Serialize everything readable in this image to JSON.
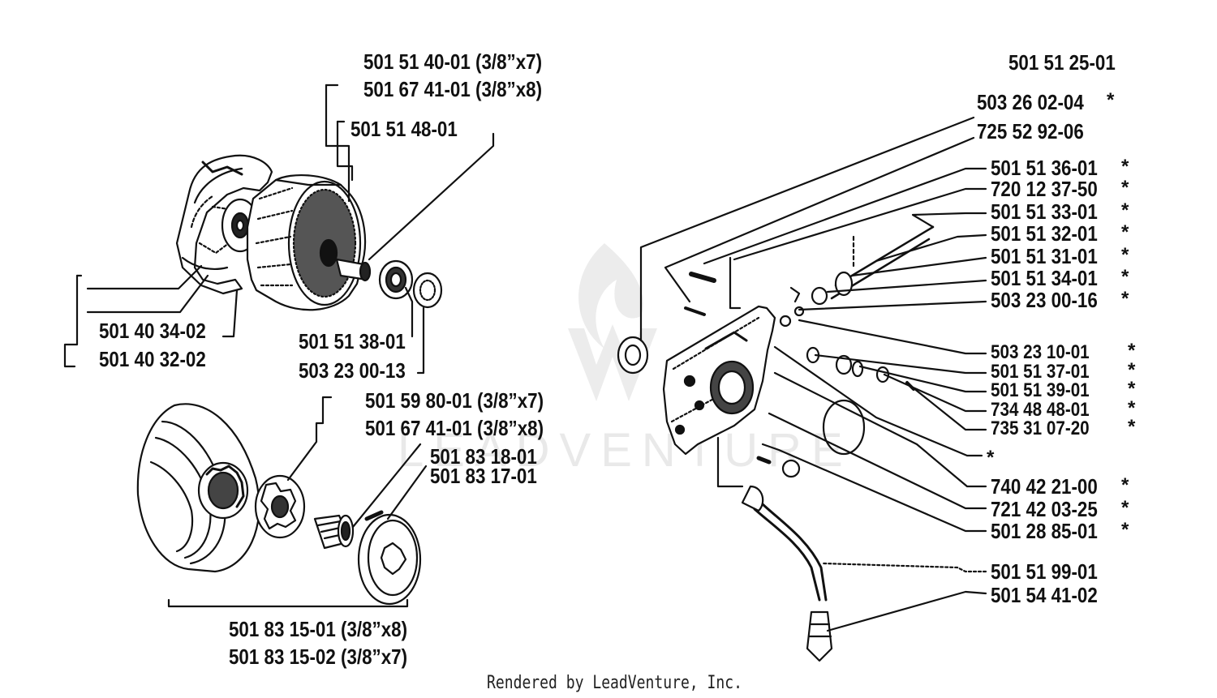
{
  "diagram": {
    "watermark": "LEADVENTURE",
    "footer": "Rendered by LeadVenture, Inc.",
    "clutch_labels": {
      "drum_7": "501 51 40-01 (3/8”x7)",
      "drum_8": "501 67 41-01 (3/8”x8)",
      "shoe": "501 51 48-01",
      "cover_a": "501 40 34-02",
      "cover_b": "501 40 32-02",
      "bearing": "501 51 38-01",
      "washer": "503 23 00-13"
    },
    "sprocket_labels": {
      "spur_7": "501 59 80-01 (3/8”x7)",
      "spur_8": "501 67 41-01 (3/8”x8)",
      "needle_a": "501 83 18-01",
      "needle_b": "501 83 17-01",
      "kit_8": "501 83 15-01 (3/8”x8)",
      "kit_7": "501 83 15-02 (3/8”x7)"
    },
    "oil_pump_labels": [
      {
        "text": "501 51 25-01",
        "star": ""
      },
      {
        "text": "503 26 02-04",
        "star": "*"
      },
      {
        "text": "725 52 92-06",
        "star": ""
      },
      {
        "text": "501 51 36-01",
        "star": "*"
      },
      {
        "text": "720 12 37-50",
        "star": "*"
      },
      {
        "text": "501 51 33-01",
        "star": "*"
      },
      {
        "text": "501 51 32-01",
        "star": "*"
      },
      {
        "text": "501 51 31-01",
        "star": "*"
      },
      {
        "text": "501 51 34-01",
        "star": "*"
      },
      {
        "text": "503 23 00-16",
        "star": "*"
      },
      {
        "text": "503 23 10-01",
        "star": "*"
      },
      {
        "text": "501 51 37-01",
        "star": "*"
      },
      {
        "text": "501 51 39-01",
        "star": "*"
      },
      {
        "text": "734 48 48-01",
        "star": "*"
      },
      {
        "text": "735 31 07-20",
        "star": "*"
      },
      {
        "text": "",
        "star": "*"
      },
      {
        "text": "740 42 21-00",
        "star": "*"
      },
      {
        "text": "721 42 03-25",
        "star": "*"
      },
      {
        "text": "501 28 85-01",
        "star": "*"
      },
      {
        "text": "501 51 99-01",
        "star": ""
      },
      {
        "text": "501 54 41-02",
        "star": ""
      }
    ]
  }
}
